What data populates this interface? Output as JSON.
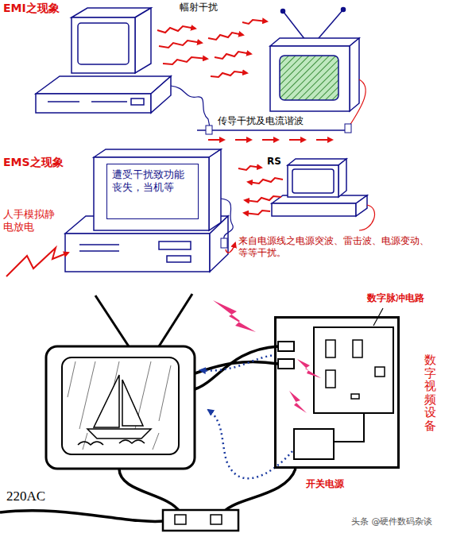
{
  "diagram": {
    "nodes": [
      {
        "text": [
          "遭受干扰致功能丧失，当机等"
        ]
      },
      {
        "text": [
          "数字视频设备"
        ]
      }
    ],
    "labels": [
      "EMI之现象",
      "幅射干扰",
      "传导干扰及电流谐波",
      "EMS之现象",
      "人手模拟静电放电",
      "RS",
      "来自电源线之电源突波、雷击波、电源变动、等等干扰。",
      "数字脉冲电路",
      "开关电源",
      "220AC",
      "头条 @硬件数码杂谈"
    ]
  }
}
